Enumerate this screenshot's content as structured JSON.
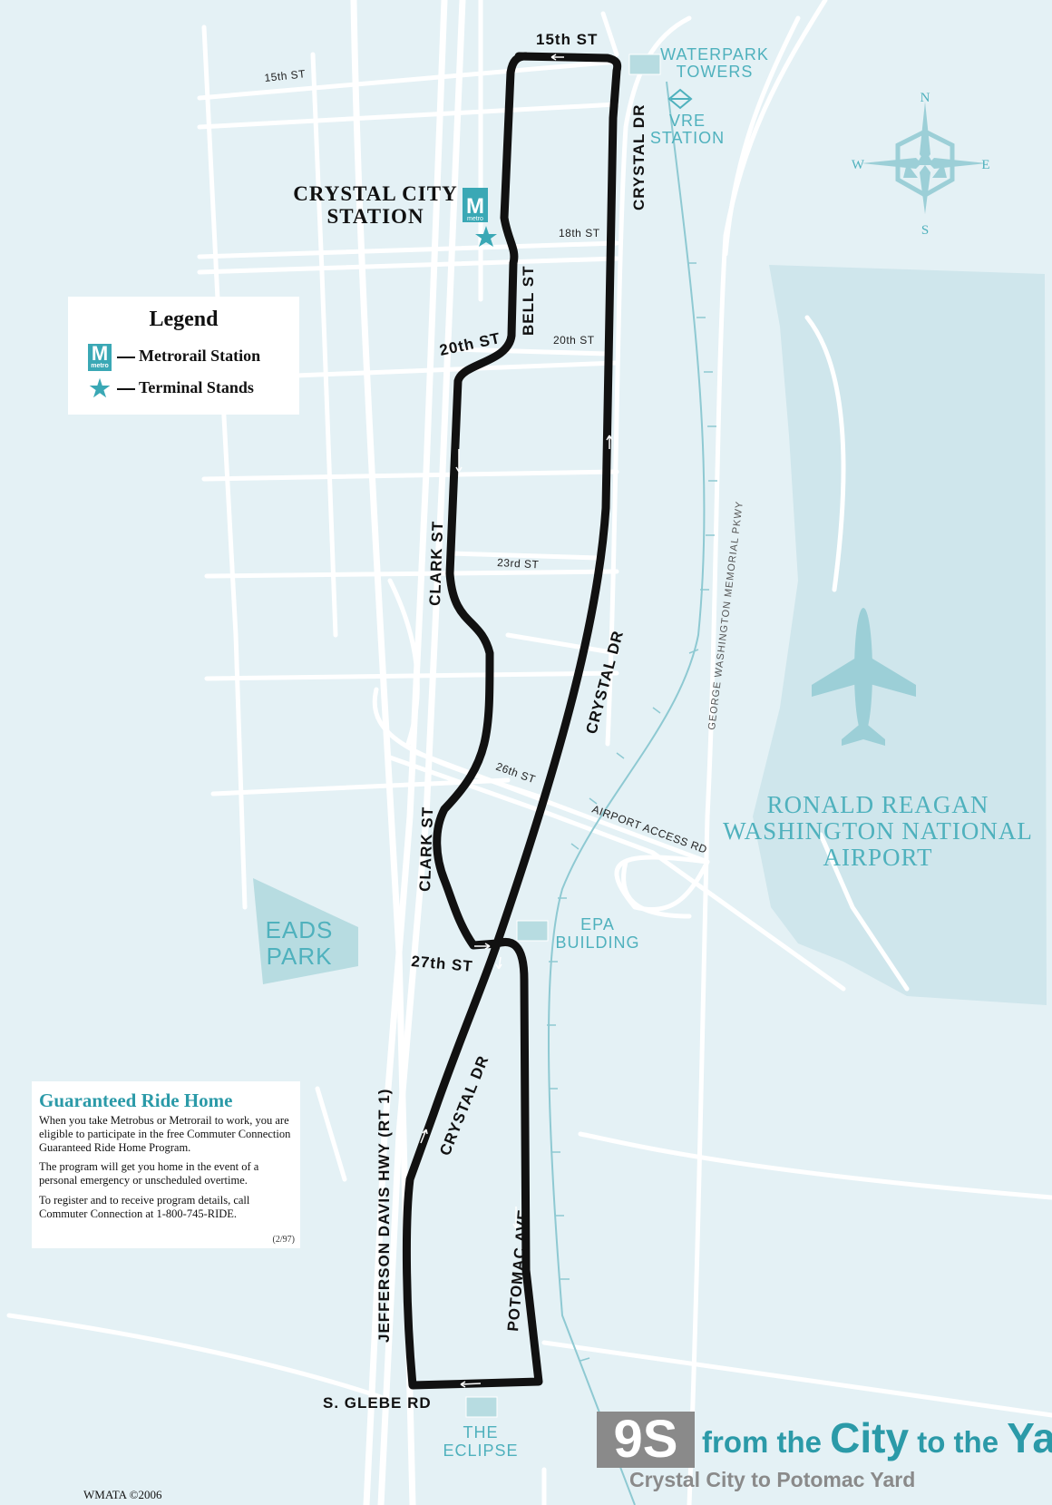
{
  "route": {
    "number": "9S",
    "title_parts": [
      "from the ",
      "City",
      " to the ",
      "Ya"
    ],
    "subtitle": "Crystal City to Potomac Yard"
  },
  "legend": {
    "title": "Legend",
    "items": [
      {
        "symbol": "metro",
        "label": "Metrorail Station"
      },
      {
        "symbol": "star",
        "label": "Terminal Stands"
      }
    ],
    "badge_letter": "M",
    "badge_text": "metro"
  },
  "guaranteed_ride_home": {
    "title": "Guaranteed Ride Home",
    "paragraphs": [
      "When you take Metrobus or Metrorail to work, you are eligible to participate in the free Commuter Connection Guaranteed Ride Home Program.",
      "The program will get you home in the event of a personal emergency or unscheduled overtime.",
      "To register and to receive program details, call Commuter Connection at 1-800-745-RIDE."
    ],
    "code": "(2/97)"
  },
  "credit": "WMATA ©2006",
  "map_labels": {
    "route_streets": {
      "15th": "15th ST",
      "crystal_dr": "CRYSTAL DR",
      "bell": "BELL ST",
      "20th": "20th ST",
      "clark": "CLARK ST",
      "27th": "27th ST",
      "jefferson": "JEFFERSON DAVIS HWY (RT 1)",
      "potomac": "POTOMAC AVE",
      "glebe": "S. GLEBE RD"
    },
    "minor_streets": {
      "15th": "15th ST",
      "18th": "18th ST",
      "20th": "20th ST",
      "23rd": "23rd ST",
      "26th": "26th ST",
      "airport_access": "AIRPORT ACCESS RD"
    },
    "pkwy": "GEORGE WASHINGTON MEMORIAL PKWY",
    "station": [
      "CRYSTAL CITY",
      "STATION"
    ],
    "waterpark": [
      "WATERPARK",
      "TOWERS"
    ],
    "vre": [
      "VRE",
      "STATION"
    ],
    "epa": [
      "EPA",
      "BUILDING"
    ],
    "eclipse": [
      "THE",
      "ECLIPSE"
    ],
    "eads": [
      "EADS",
      "PARK"
    ],
    "airport": [
      "RONALD REAGAN",
      "WASHINGTON NATIONAL",
      "AIRPORT"
    ],
    "compass": {
      "n": "N",
      "s": "S",
      "e": "E",
      "w": "W"
    }
  },
  "colors": {
    "background": "#e4f1f5",
    "water": "#cfe6ec",
    "teal": "#2b9aa8",
    "route": "#111111",
    "badge_gray": "#8a8a8a"
  }
}
